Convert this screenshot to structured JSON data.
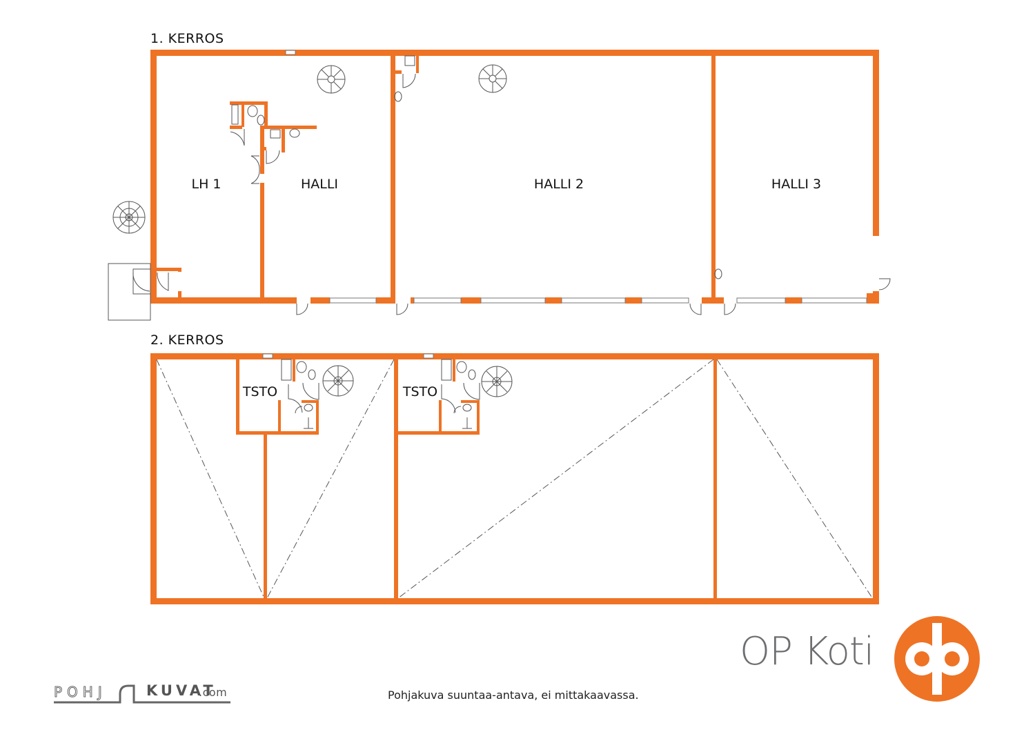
{
  "floors": [
    {
      "title": "1. KERROS",
      "rooms": [
        {
          "label": "LH 1"
        },
        {
          "label": "HALLI"
        },
        {
          "label": "HALLI 2"
        },
        {
          "label": "HALLI 3"
        }
      ]
    },
    {
      "title": "2. KERROS",
      "rooms": [
        {
          "label": "TSTO"
        },
        {
          "label": "TSTO"
        }
      ]
    }
  ],
  "branding": {
    "brand_name": "OP Koti",
    "brand_color": "#ee7325",
    "wall_color": "#ee7325",
    "drawer_logo": {
      "part1": "POHJ",
      "part2": "KUVAT",
      "suffix": ".com"
    }
  },
  "disclaimer": "Pohjakuva suuntaa-antava, ei mittakaavassa."
}
